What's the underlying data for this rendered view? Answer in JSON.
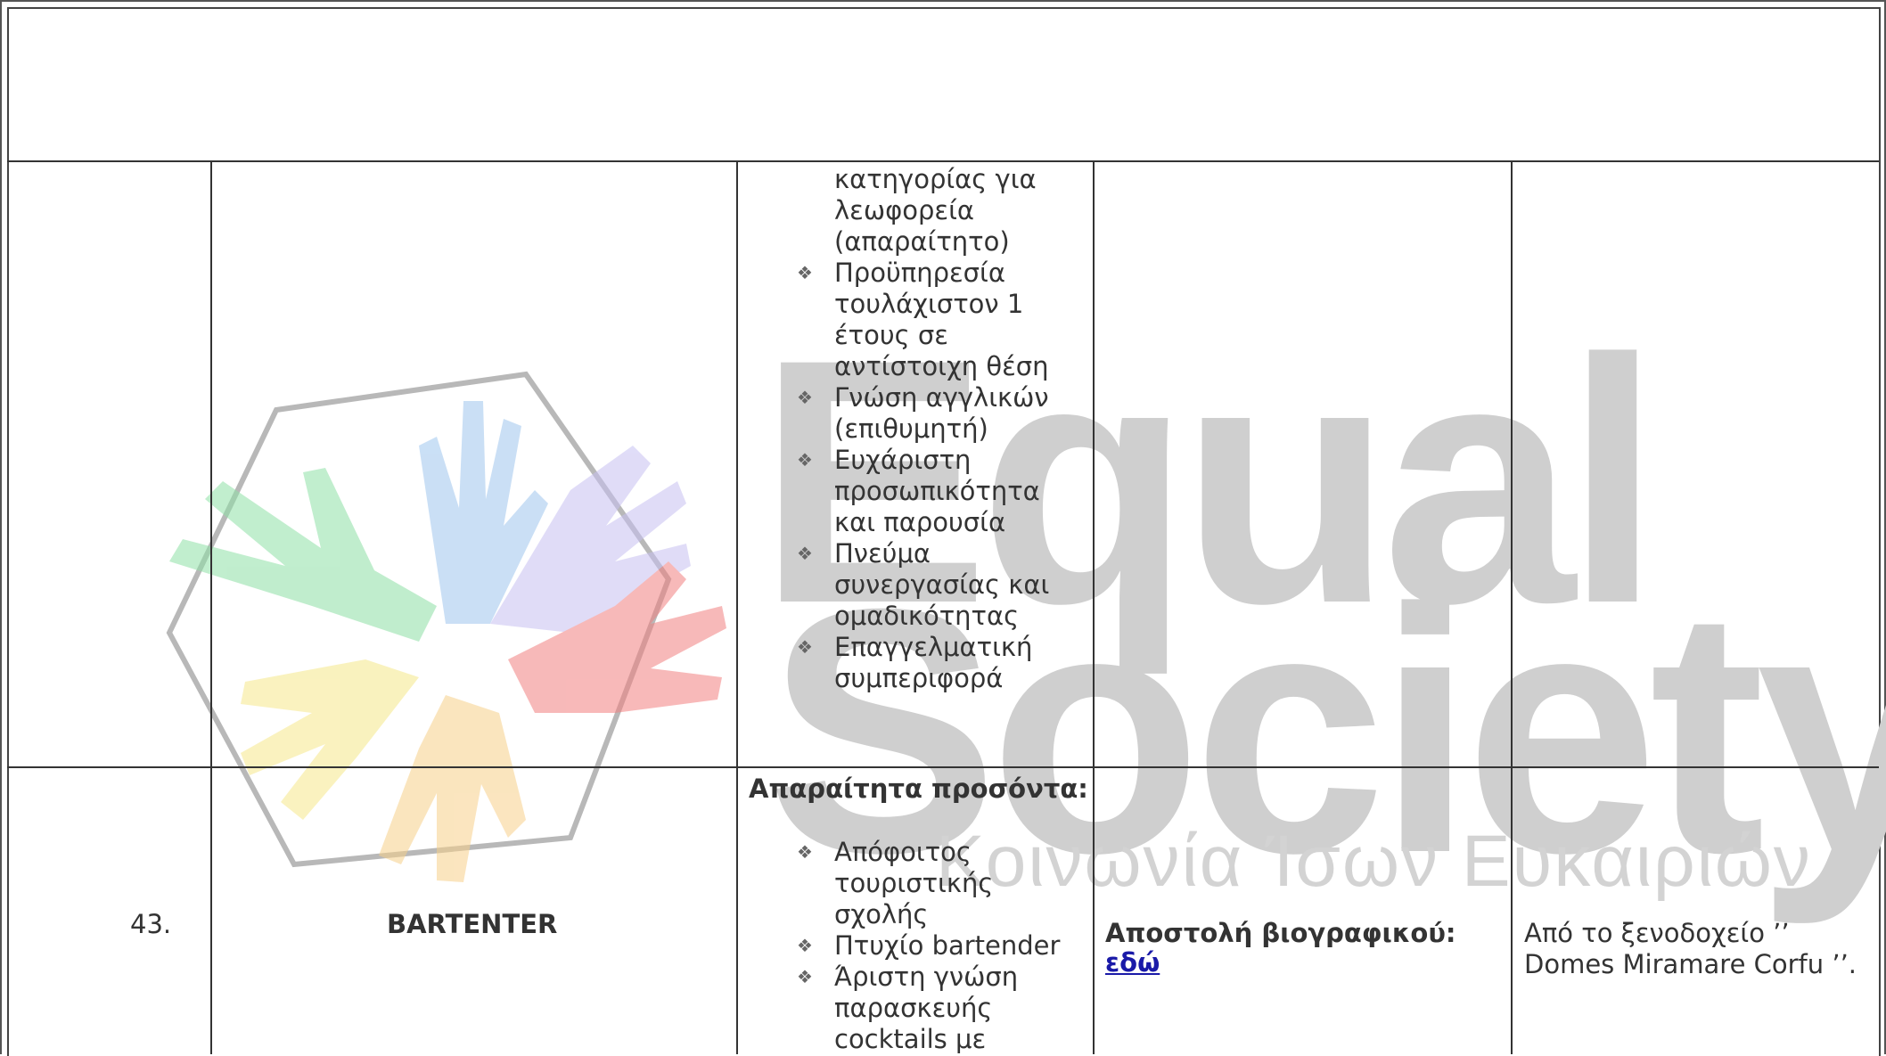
{
  "watermark": {
    "line1": "Equal",
    "line2": "Society",
    "subline": "Κοινωνία Ίσων Ευκαιριών"
  },
  "row_prev": {
    "continuation_lines": [
      "κατηγορίας για",
      "λεωφορεία",
      "(απαραίτητο)"
    ],
    "bullets": [
      {
        "lines": [
          "Προϋπηρεσία",
          "τουλάχιστον 1",
          "έτους σε",
          "αντίστοιχη θέση"
        ]
      },
      {
        "lines": [
          "Γνώση αγγλικών",
          "(επιθυμητή)"
        ]
      },
      {
        "lines": [
          "Ευχάριστη",
          "προσωπικότητα",
          "και παρουσία"
        ]
      },
      {
        "lines": [
          "Πνεύμα",
          "συνεργασίας και",
          "ομαδικότητας"
        ]
      },
      {
        "lines": [
          "Επαγγελματική",
          "συμπεριφορά"
        ]
      }
    ]
  },
  "row_43": {
    "number": "43.",
    "position": "BARTENTER",
    "requirements_title": "Απαραίτητα προσόντα:",
    "bullets": [
      {
        "lines": [
          "Απόφοιτος",
          "τουριστικής",
          "σχολής"
        ]
      },
      {
        "lines": [
          "Πτυχίο bartender"
        ]
      },
      {
        "lines": [
          "Άριστη γνώση",
          "παρασκευής",
          "cocktails με"
        ]
      }
    ],
    "application_label": "Αποστολή βιογραφικού:",
    "application_link": "εδώ",
    "employer": [
      "Από το ξενοδοχείο ’’",
      "Domes Miramare Corfu ’’."
    ]
  },
  "bullet_glyph": "❖"
}
